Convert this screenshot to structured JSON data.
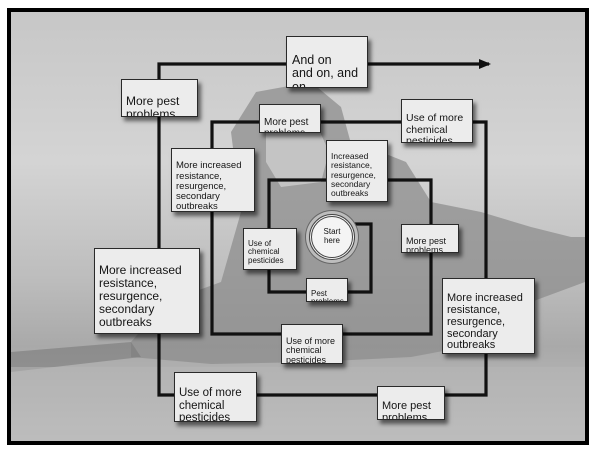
{
  "diagram": {
    "center": {
      "label": "Start\nhere"
    },
    "loop1": {
      "use_chemical": "Use of\nchemical\npesticides",
      "pest_problems": "Pest\nproblems",
      "increased_resistance": "Increased\nresistance,\nresurgence,\nsecondary\noutbreaks",
      "more_pest": "More pest\nproblems"
    },
    "loop2": {
      "use_more_chemical": "Use of more\nchemical\npesticides",
      "more_increased_resistance": "More increased\nresistance,\nresurgence,\nsecondary\noutbreaks",
      "more_pest": "More pest\nproblems",
      "use_more_chemical_top_right": "Use of more\nchemical\npesticides"
    },
    "loop3": {
      "more_increased_resistance_right": "More increased\nresistance,\nresurgence,\nsecondary\noutbreaks",
      "more_pest_bottom": "More pest\nproblems",
      "use_more_chemical_bottom_left": "Use of more\nchemical\npesticides",
      "more_increased_resistance_left": "More increased\nresistance,\nresurgence,\nsecondary\noutbreaks",
      "more_pest_top_left": "More pest\nproblems"
    },
    "end_label": "And on\nand on, and\non..."
  }
}
